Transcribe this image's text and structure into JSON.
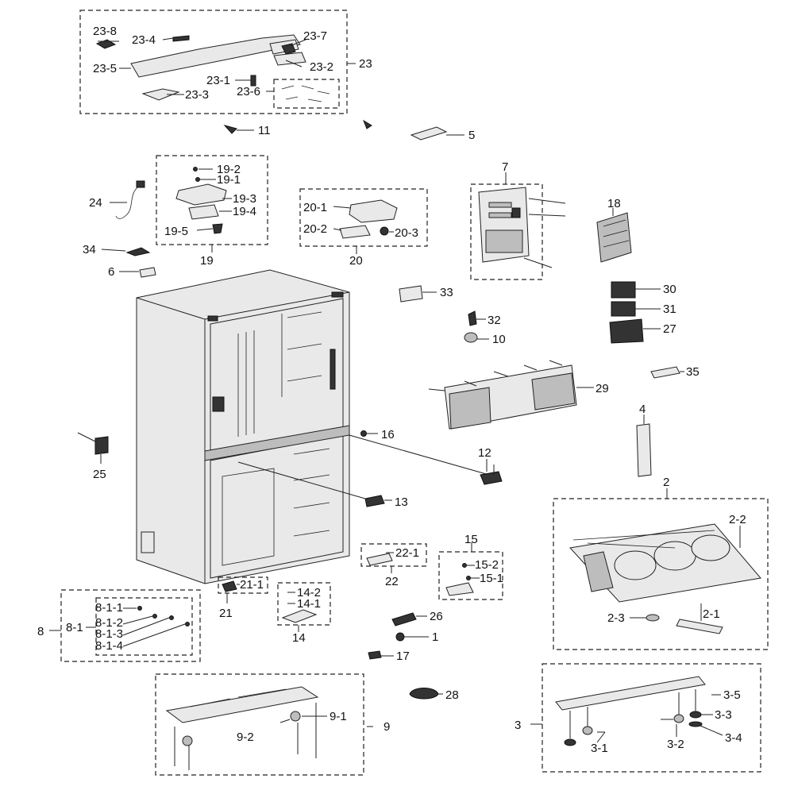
{
  "diagram": {
    "labels": {
      "l23": "23",
      "l23_1": "23-1",
      "l23_2": "23-2",
      "l23_3": "23-3",
      "l23_4": "23-4",
      "l23_5": "23-5",
      "l23_6": "23-6",
      "l23_7": "23-7",
      "l23_8": "23-8",
      "l11": "11",
      "l5": "5",
      "l19": "19",
      "l19_1": "19-1",
      "l19_2": "19-2",
      "l19_3": "19-3",
      "l19_4": "19-4",
      "l19_5": "19-5",
      "l24": "24",
      "l34": "34",
      "l6": "6",
      "l20": "20",
      "l20_1": "20-1",
      "l20_2": "20-2",
      "l20_3": "20-3",
      "l7": "7",
      "l18": "18",
      "l33": "33",
      "l30": "30",
      "l31": "31",
      "l27": "27",
      "l32": "32",
      "l10": "10",
      "l35": "35",
      "l29": "29",
      "l4": "4",
      "l16": "16",
      "l25": "25",
      "l12": "12",
      "l13": "13",
      "l2": "2",
      "l2_1": "2-1",
      "l2_2": "2-2",
      "l2_3": "2-3",
      "l22": "22",
      "l22_1": "22-1",
      "l15": "15",
      "l15_1": "15-1",
      "l15_2": "15-2",
      "l21": "21",
      "l21_1": "21-1",
      "l14": "14",
      "l14_1": "14-1",
      "l14_2": "14-2",
      "l26": "26",
      "l1": "1",
      "l17": "17",
      "l28": "28",
      "l8": "8",
      "l8_1": "8-1",
      "l8_1_1": "8-1-1",
      "l8_1_2": "8-1-2",
      "l8_1_3": "8-1-3",
      "l8_1_4": "8-1-4",
      "l9": "9",
      "l9_1": "9-1",
      "l9_2": "9-2",
      "l3": "3",
      "l3_1": "3-1",
      "l3_2": "3-2",
      "l3_3": "3-3",
      "l3_4": "3-4",
      "l3_5": "3-5"
    }
  }
}
